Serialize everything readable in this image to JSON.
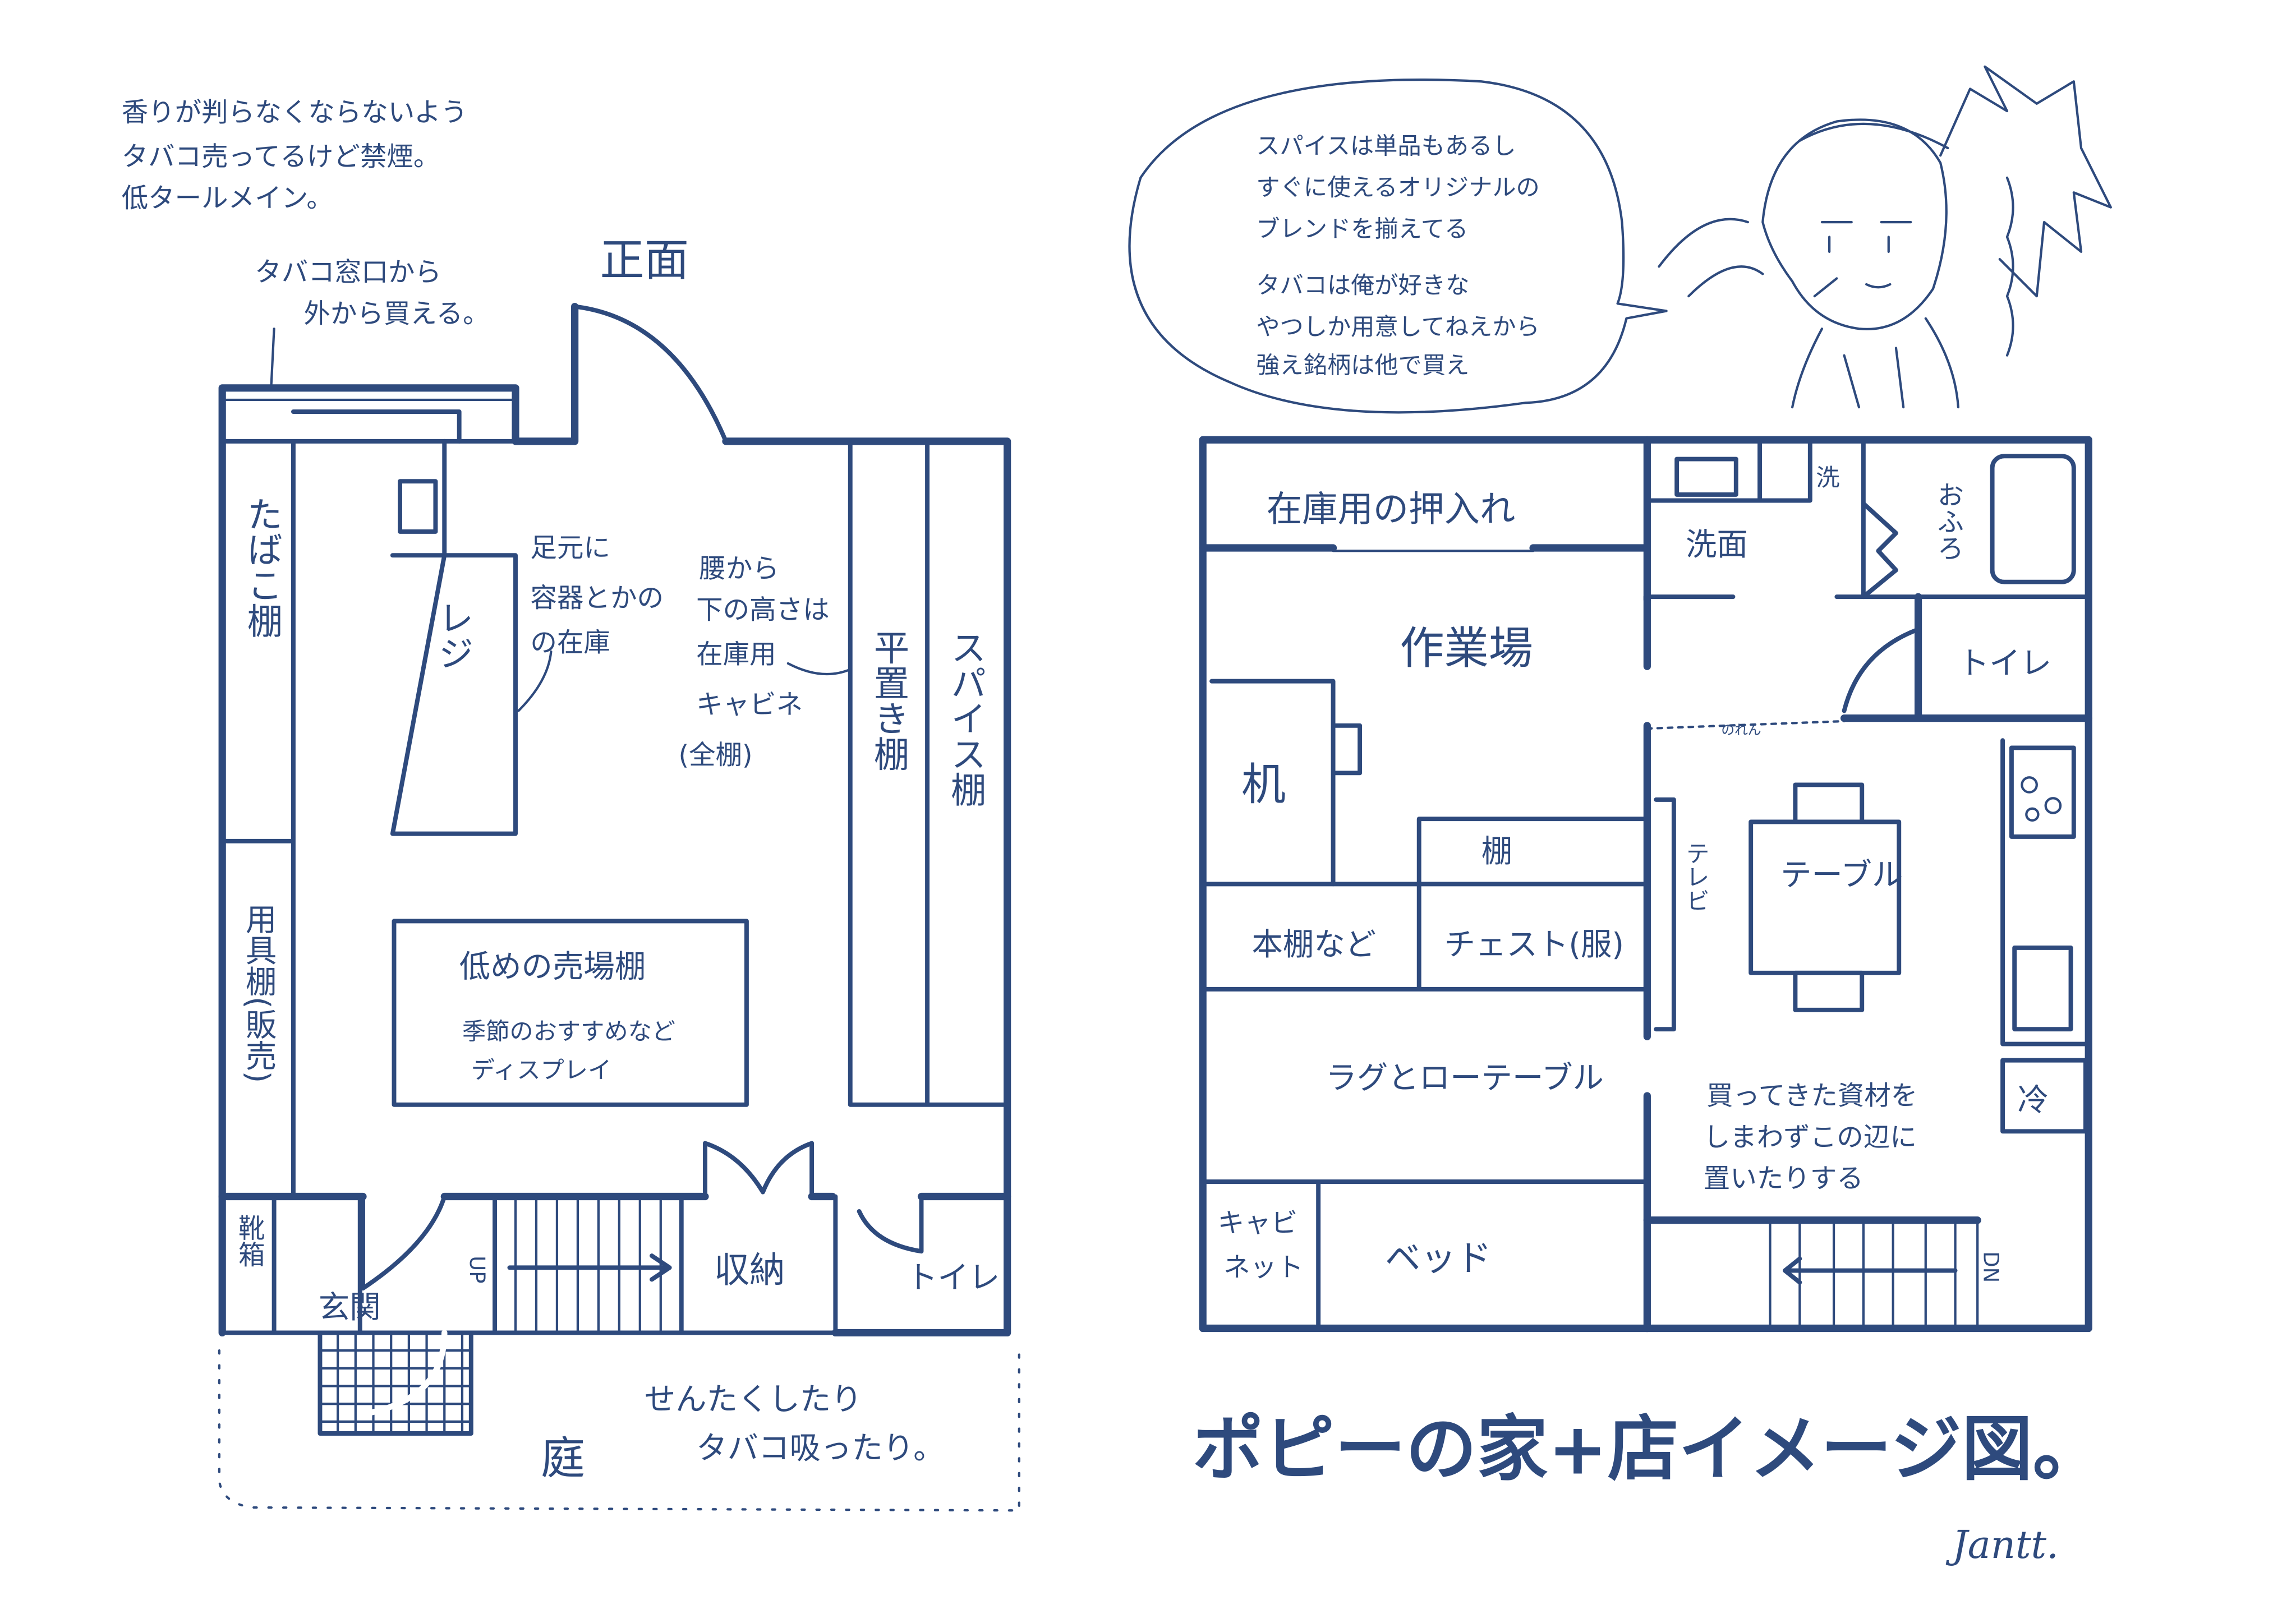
{
  "notes": {
    "intro": [
      "香りが判らなくならないよう",
      "タバコ売ってるけど禁煙。",
      "低タールメイン。"
    ],
    "tobacco_window": [
      "タバコ窓口から",
      "外から買える。"
    ],
    "front": "正面",
    "speech": [
      "スパイスは単品もあるし",
      "すぐに使えるオリジナルの",
      "ブレンドを揃えてる",
      "タバコは俺が好きな",
      "やつしか用意してねえから",
      "強え銘柄は他で買え"
    ]
  },
  "shop": {
    "tobacco_shelf": "たばこ棚",
    "tools_shelf": "用具棚(販売)",
    "register": "レジ",
    "register_note": [
      "足元に",
      "容器とかの",
      "の在庫"
    ],
    "cabinet_note": [
      "腰から",
      "下の高さは",
      "在庫用",
      "キャビネ",
      "(全棚)"
    ],
    "flat_shelf": "平置き棚",
    "spice_shelf": "スパイス棚",
    "low_shelf": "低めの売場棚",
    "low_shelf_note": [
      "季節のおすすめなど",
      "ディスプレイ"
    ],
    "shoe_box": "靴箱",
    "entrance": "玄関",
    "up": "UP",
    "storage": "収納",
    "toilet": "トイレ",
    "garden": "庭",
    "garden_note": [
      "せんたくしたり",
      "タバコ吸ったり。"
    ]
  },
  "house": {
    "closet": "在庫用の押入れ",
    "washroom": "洗面",
    "washer": "洗",
    "bath": "おふろ",
    "workshop": "作業場",
    "toilet": "トイレ",
    "noren": "のれん",
    "desk": "机",
    "shelf": "棚",
    "bookshelf": "本棚など",
    "chest": "チェスト(服)",
    "tv": "テレビ",
    "table": "テーブル",
    "rug": "ラグとローテーブル",
    "fridge": "冷",
    "materials_note": [
      "買ってきた資材を",
      "しまわずこの辺に",
      "置いたりする"
    ],
    "cabinet": [
      "キャビ",
      "ネット"
    ],
    "bed": "ベッド",
    "down": "DN"
  },
  "title": "ポピーの家+店イメージ図。",
  "signature": "Jantt.",
  "ink_color": "#2e4a7d"
}
